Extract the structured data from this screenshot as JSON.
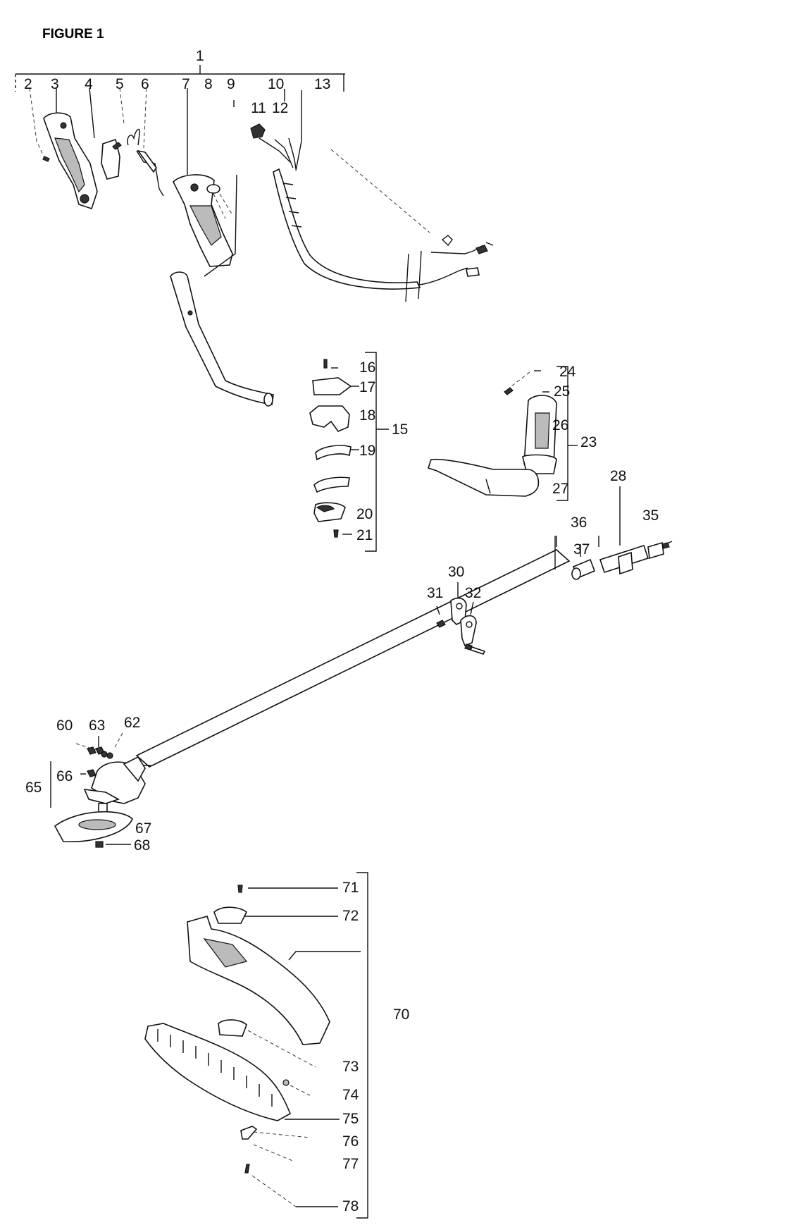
{
  "figure_title": "FIGURE 1",
  "labels": {
    "p1": "1",
    "p2": "2",
    "p3": "3",
    "p4": "4",
    "p5": "5",
    "p6": "6",
    "p7": "7",
    "p8": "8",
    "p9": "9",
    "p10": "10",
    "p11": "11",
    "p12": "12",
    "p13": "13",
    "p15": "15",
    "p16": "16",
    "p17": "17",
    "p18": "18",
    "p19": "19",
    "p20": "20",
    "p21": "21",
    "p23": "23",
    "p24": "24",
    "p25": "25",
    "p26": "26",
    "p27": "27",
    "p28": "28",
    "p30": "30",
    "p31": "31",
    "p32": "32",
    "p35": "35",
    "p36": "36",
    "p37": "37",
    "p60": "60",
    "p62": "62",
    "p63": "63",
    "p65": "65",
    "p66": "66",
    "p67": "67",
    "p68": "68",
    "p70": "70",
    "p71": "71",
    "p72": "72",
    "p73": "73",
    "p74": "74",
    "p75": "75",
    "p76": "76",
    "p77": "77",
    "p78": "78"
  }
}
